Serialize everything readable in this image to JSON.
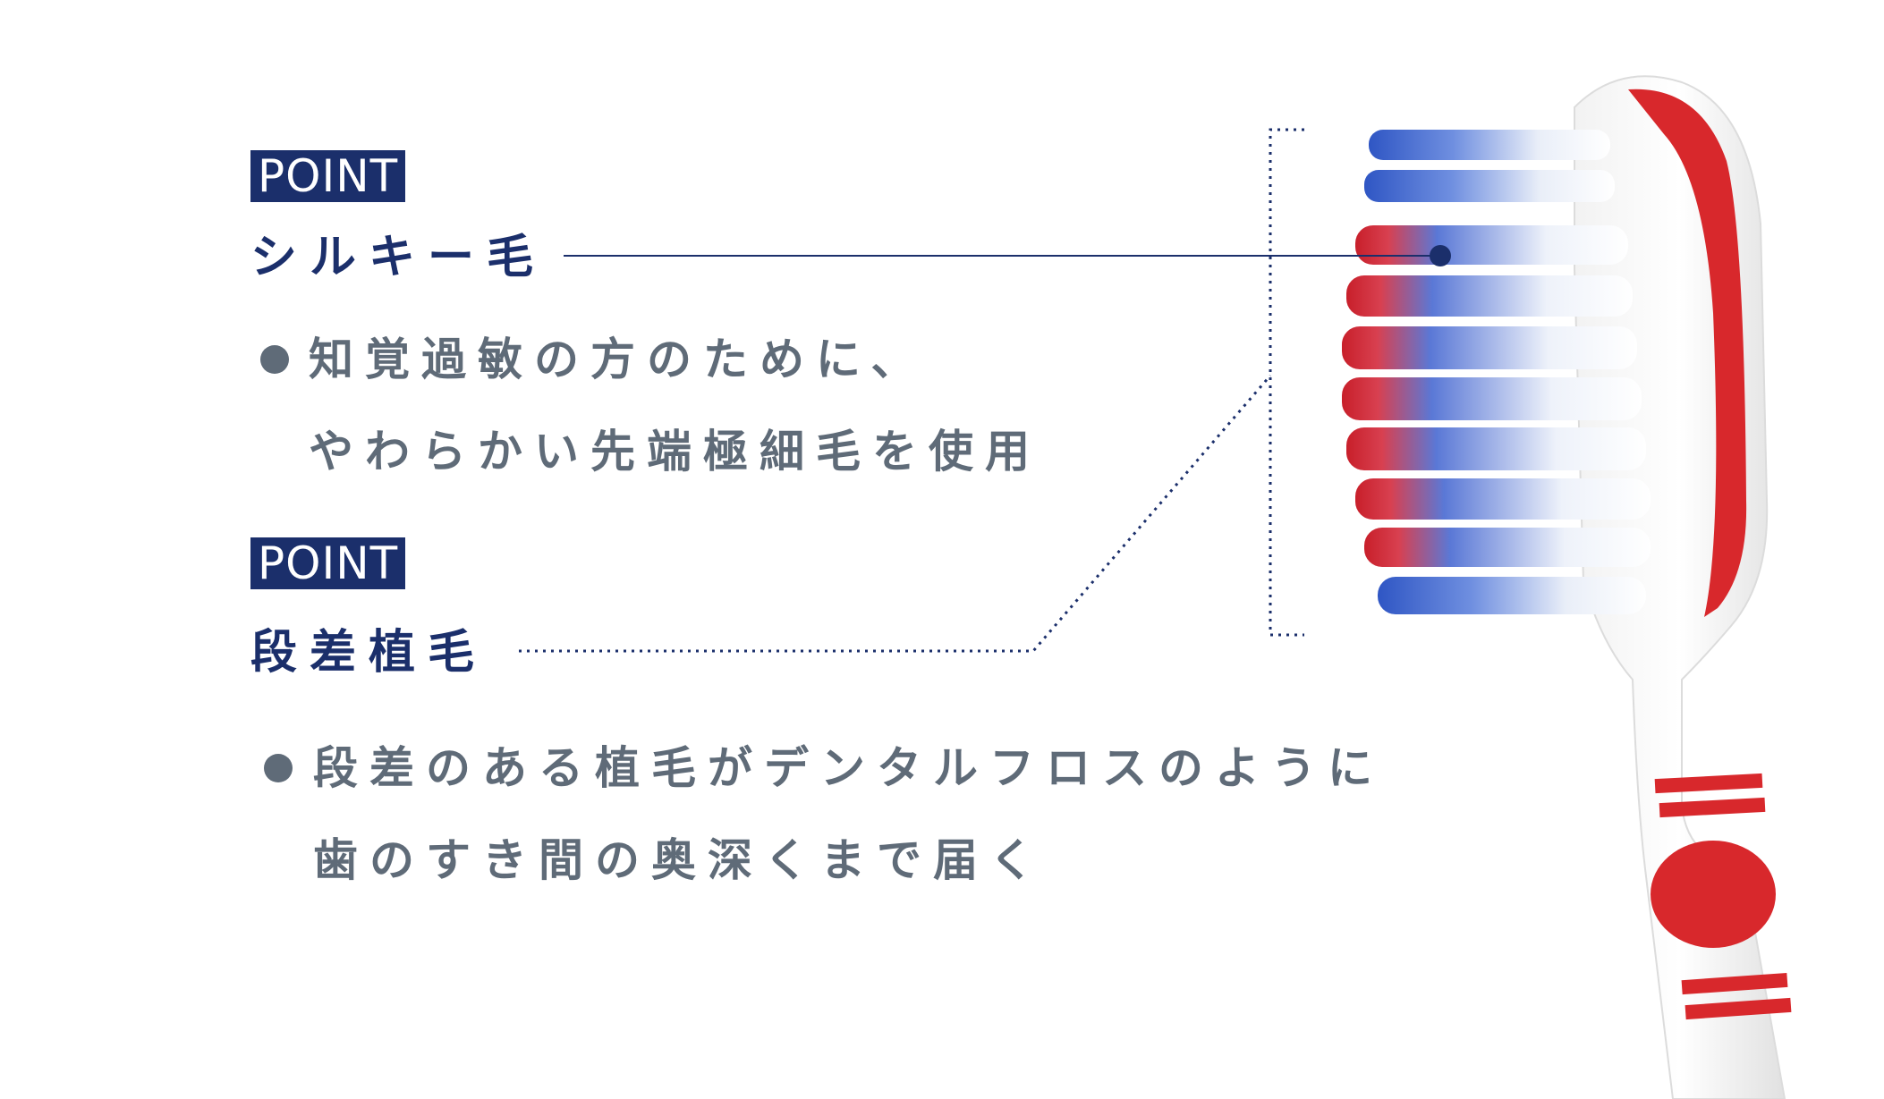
{
  "point1": {
    "badge": "POINT",
    "title": "シルキー毛",
    "lines": [
      "知覚過敏の方のために、",
      "やわらかい先端極細毛を使用"
    ]
  },
  "point2": {
    "badge": "POINT",
    "title": "段差植毛",
    "lines": [
      "段差のある植毛がデンタルフロスのように",
      "歯のすき間の奥深くまで届く"
    ]
  },
  "colors": {
    "navy": "#1b2f6b",
    "gray_text": "#5f6b78",
    "brush_red": "#d8282c",
    "bristle_blue": "#3e67c9"
  }
}
